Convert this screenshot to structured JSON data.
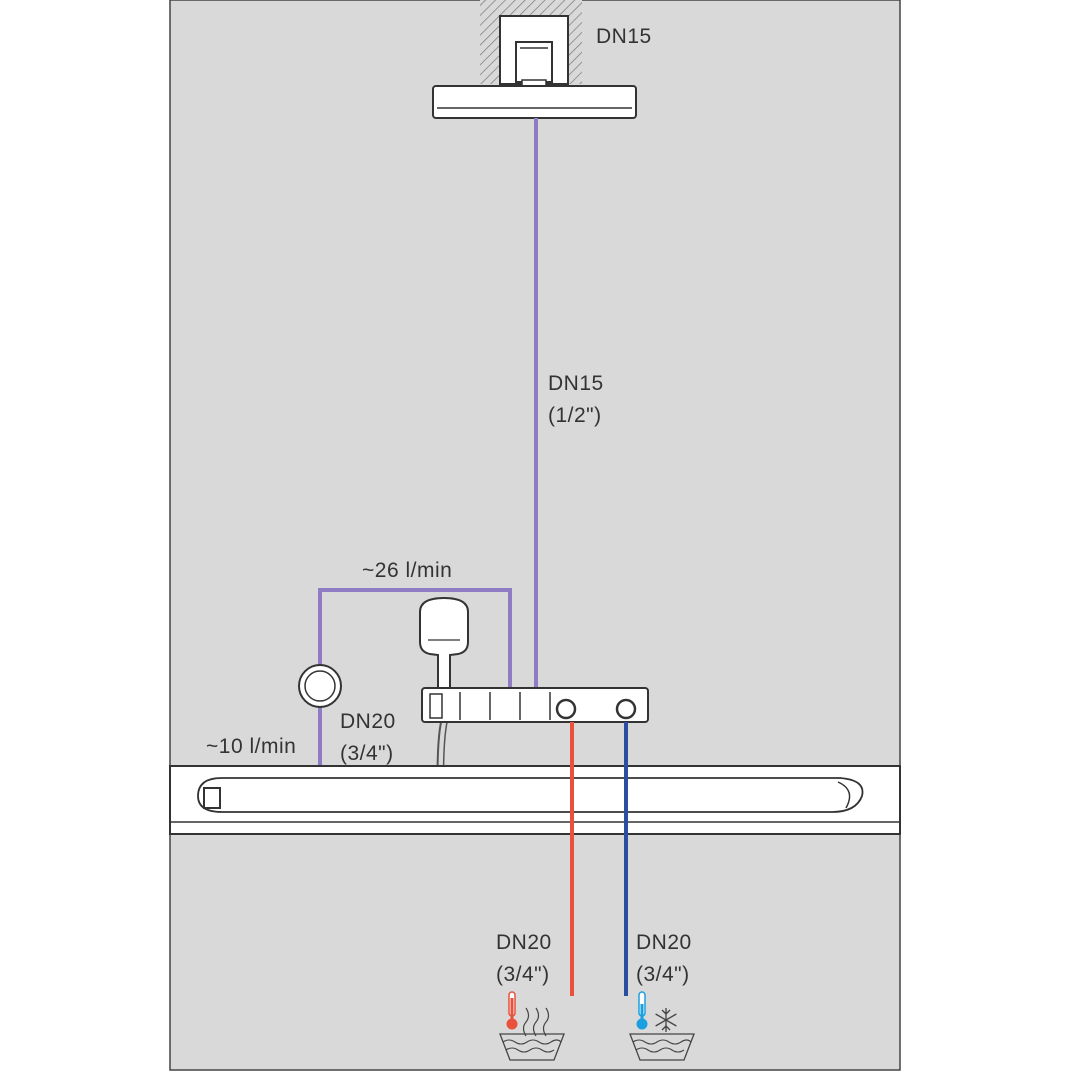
{
  "labels": {
    "head_connection": "DN15",
    "riser_size": "DN15",
    "riser_size_inch": "(1/2\")",
    "upper_flow": "~26 l/min",
    "lower_flow": "~10 l/min",
    "mixer_outlet_size": "DN20",
    "mixer_outlet_size_inch": "(3/4\")",
    "hot_supply_size": "DN20",
    "hot_supply_size_inch": "(3/4\")",
    "cold_supply_size": "DN20",
    "cold_supply_size_inch": "(3/4\")"
  },
  "icons": {
    "hot_supply": "hot-water-icon",
    "cold_supply": "cold-water-icon",
    "shower_head": "overhead-shower-icon",
    "hand_shower": "hand-shower-icon",
    "diverter": "diverter-valve-icon",
    "thermostat": "thermostat-mixer-icon"
  },
  "colors": {
    "background": "#d9d9d9",
    "mixed_pipe": "#8f7cc4",
    "hot_pipe": "#e8513c",
    "cold_pipe": "#2b4fa0",
    "outline": "#333333"
  }
}
